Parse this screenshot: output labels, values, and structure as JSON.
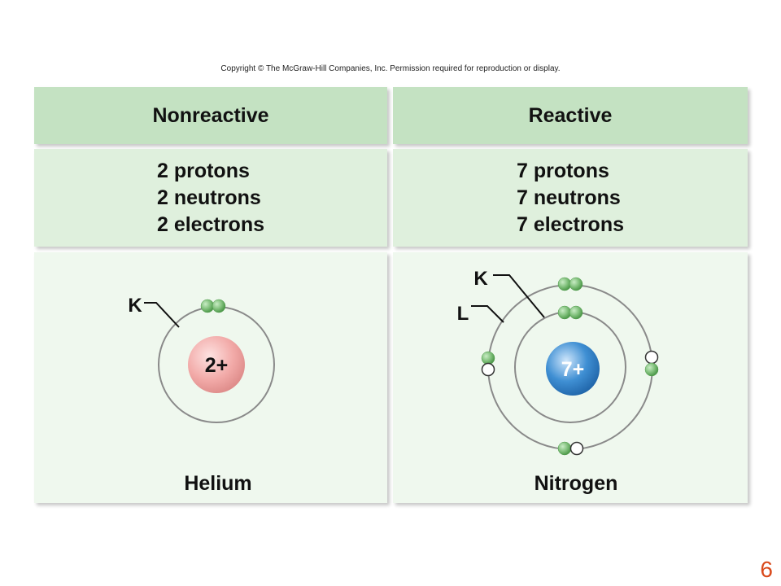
{
  "copyright": "Copyright © The McGraw-Hill Companies, Inc. Permission required for reproduction or display.",
  "columns": [
    {
      "header": "Nonreactive",
      "counts": [
        "2 protons",
        "2 neutrons",
        "2 electrons"
      ],
      "element": "Helium",
      "nucleus_charge": "2+",
      "shell_labels": [
        "K"
      ]
    },
    {
      "header": "Reactive",
      "counts": [
        "7 protons",
        "7 neutrons",
        "7 electrons"
      ],
      "element": "Nitrogen",
      "nucleus_charge": "7+",
      "shell_labels": [
        "K",
        "L"
      ]
    }
  ],
  "page_number": "6",
  "colors": {
    "header_bg": "#c4e2c2",
    "counts_bg": "#dff0dd",
    "diagram_bg": "#eff8ee",
    "electron_green": "#7fbf7a",
    "helium_nucleus": "#f2aaa8",
    "nitrogen_nucleus": "#3f8fd3",
    "page_number": "#d94a1c"
  }
}
